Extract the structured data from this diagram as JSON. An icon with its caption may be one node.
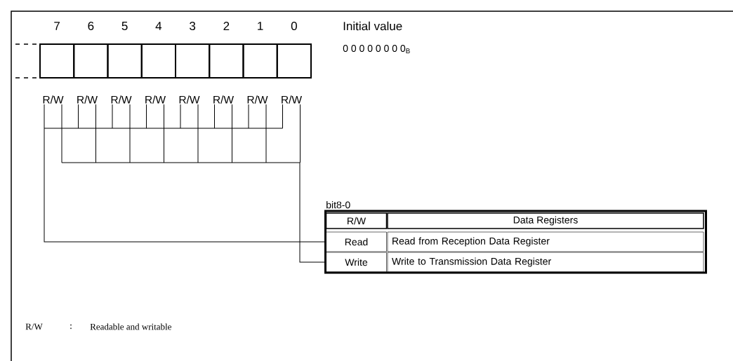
{
  "diagram": {
    "nodes": [
      {
        "text": [],
        "shape": "box",
        "beside": [
          "7"
        ]
      },
      {
        "text": [],
        "shape": "box",
        "beside": [
          "6"
        ]
      },
      {
        "text": [],
        "shape": "box",
        "beside": [
          "5"
        ]
      },
      {
        "text": [],
        "shape": "box",
        "beside": [
          "4"
        ]
      },
      {
        "text": [],
        "shape": "box",
        "beside": [
          "3"
        ]
      },
      {
        "text": [],
        "shape": "box",
        "beside": [
          "2"
        ]
      },
      {
        "text": [],
        "shape": "box",
        "beside": [
          "1"
        ]
      },
      {
        "text": [],
        "shape": "box",
        "beside": [
          "0"
        ]
      },
      {
        "text": [
          "R/W"
        ]
      },
      {
        "text": [
          "R/W"
        ]
      },
      {
        "text": [
          "R/W"
        ]
      },
      {
        "text": [
          "R/W"
        ]
      },
      {
        "text": [
          "R/W"
        ]
      },
      {
        "text": [
          "R/W"
        ]
      },
      {
        "text": [
          "R/W"
        ]
      },
      {
        "text": [
          "R/W"
        ]
      },
      {
        "text": [
          "bit8-0"
        ]
      },
      {
        "text": [
          "R/W"
        ],
        "in": 16
      },
      {
        "text": [
          "Data Registers"
        ],
        "in": 16
      },
      {
        "text": [
          "Read"
        ],
        "in": 16
      },
      {
        "text": [
          "Read from Reception Data Register"
        ],
        "in": 16
      },
      {
        "text": [
          "Write"
        ],
        "in": 16
      },
      {
        "text": [
          "Write to Transmission Data Register"
        ],
        "in": 16
      }
    ],
    "edges": [
      {
        "from": 8,
        "to": 19,
        "arrow": "none"
      },
      {
        "from": 9,
        "to": 19,
        "arrow": "none"
      },
      {
        "from": 10,
        "to": 19,
        "arrow": "none"
      },
      {
        "from": 11,
        "to": 19,
        "arrow": "none"
      },
      {
        "from": 12,
        "to": 19,
        "arrow": "none"
      },
      {
        "from": 13,
        "to": 19,
        "arrow": "none"
      },
      {
        "from": 14,
        "to": 19,
        "arrow": "none"
      },
      {
        "from": 15,
        "to": 19,
        "arrow": "none"
      },
      {
        "from": 8,
        "to": 21,
        "arrow": "none"
      },
      {
        "from": 9,
        "to": 21,
        "arrow": "none"
      },
      {
        "from": 10,
        "to": 21,
        "arrow": "none"
      },
      {
        "from": 11,
        "to": 21,
        "arrow": "none"
      },
      {
        "from": 12,
        "to": 21,
        "arrow": "none"
      },
      {
        "from": 13,
        "to": 21,
        "arrow": "none"
      },
      {
        "from": 14,
        "to": 21,
        "arrow": "none"
      },
      {
        "from": 15,
        "to": 21,
        "arrow": "none"
      }
    ],
    "labels": [
      "Initial value",
      "0 0 0 0 0 0 0 0$_{B}$",
      "R/W",
      ":",
      "Readable and writable"
    ]
  }
}
